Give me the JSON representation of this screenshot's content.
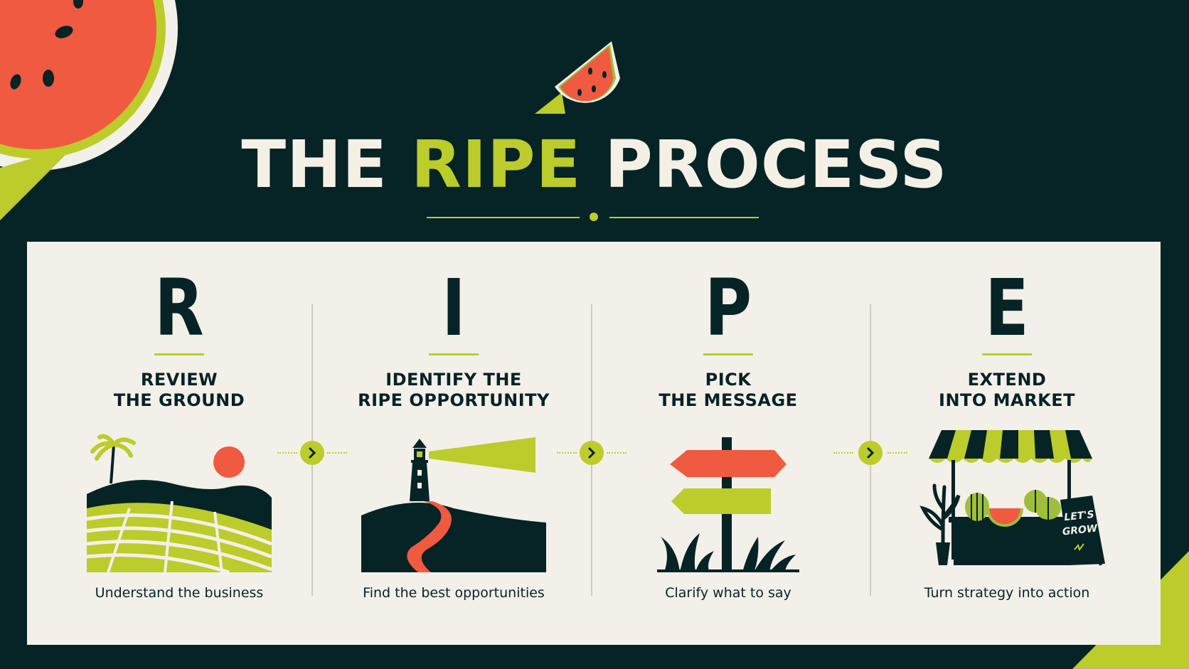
{
  "title": {
    "prefix": "THE",
    "highlight": "RIPE",
    "suffix": "PROCESS"
  },
  "colors": {
    "background": "#062326",
    "accent": "#bccc2a",
    "coral": "#f05a40",
    "panel": "#f3f0e9",
    "ink": "#062326"
  },
  "steps": [
    {
      "letter": "R",
      "title": "REVIEW\nTHE GROUND",
      "description": "Understand the business",
      "illustration": "farm-field-icon"
    },
    {
      "letter": "I",
      "title": "IDENTIFY THE\nRIPE OPPORTUNITY",
      "description": "Find the best opportunities",
      "illustration": "lighthouse-icon"
    },
    {
      "letter": "P",
      "title": "PICK\nTHE MESSAGE",
      "description": "Clarify what to say",
      "illustration": "signpost-icon"
    },
    {
      "letter": "E",
      "title": "EXTEND\nINTO MARKET",
      "description": "Turn strategy into action",
      "illustration": "market-stall-icon"
    }
  ],
  "sign": {
    "line1": "LET'S",
    "line2": "GROW"
  }
}
